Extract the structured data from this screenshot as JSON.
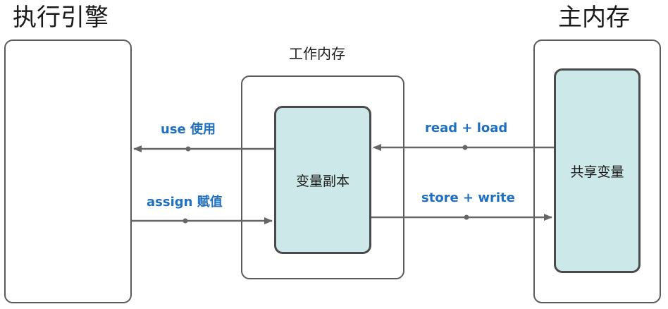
{
  "nodes": {
    "execution_engine": {
      "title": "执行引擎"
    },
    "working_memory": {
      "title": "工作内存",
      "inner_label": "变量副本"
    },
    "main_memory": {
      "title": "主内存",
      "inner_label": "共享变量"
    }
  },
  "edges": {
    "use": "use 使用",
    "assign": "assign 赋值",
    "read_load": "read + load",
    "store_write": "store + write"
  },
  "colors": {
    "edge_label": "#1e6fc0",
    "inner_fill": "#cde8e8",
    "border": "#4a4a4a",
    "arrow": "#666666"
  }
}
